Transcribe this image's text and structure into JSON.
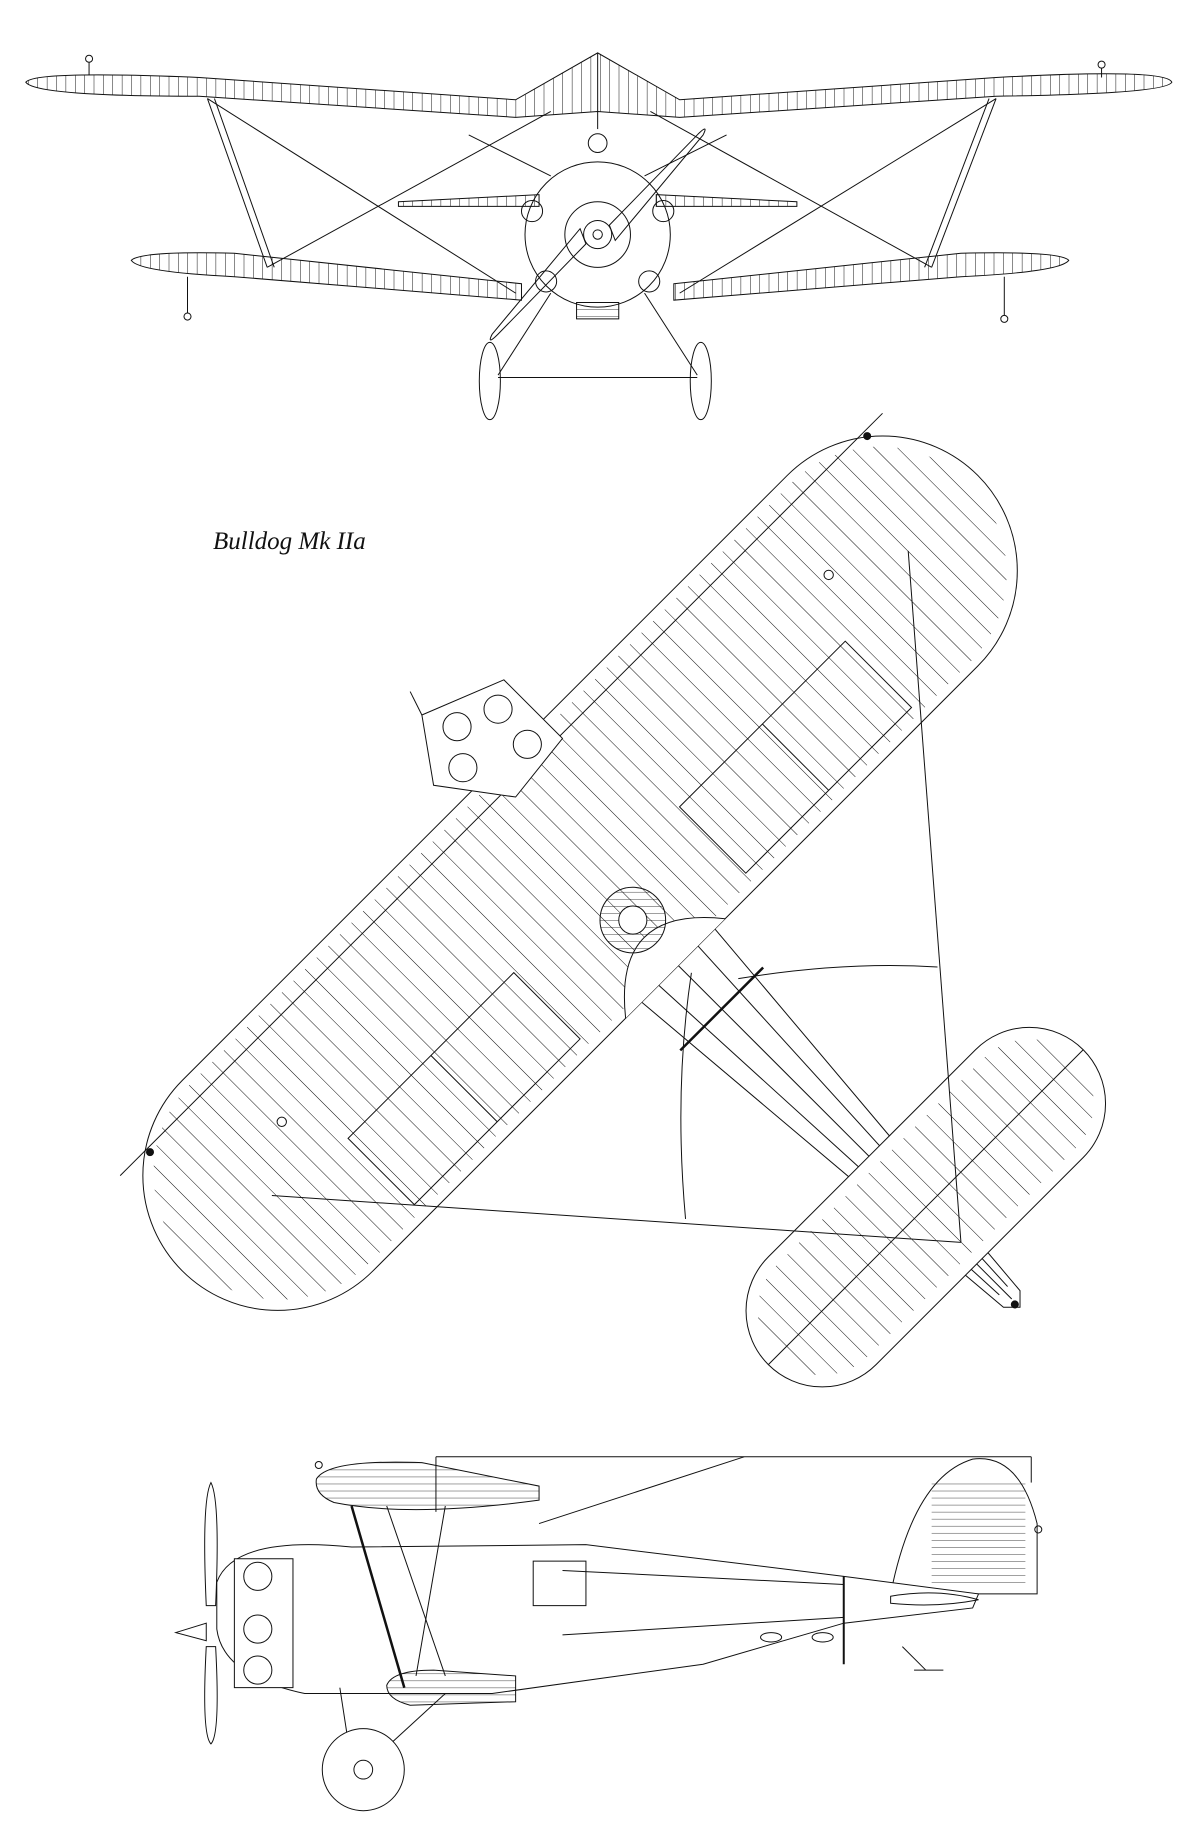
{
  "title": "Bulldog Mk IIa",
  "views": [
    "front-view",
    "top-view",
    "side-view"
  ],
  "colors": {
    "ink": "#111111",
    "paper": "#ffffff"
  }
}
